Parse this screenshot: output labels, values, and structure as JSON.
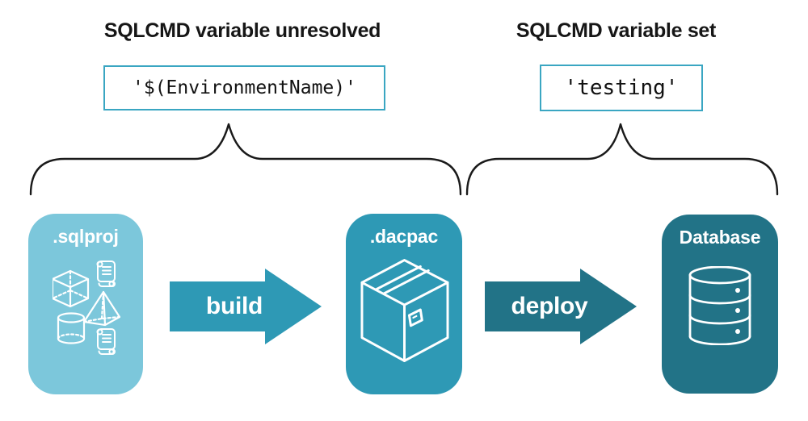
{
  "annotations": {
    "unresolved": {
      "heading": "SQLCMD variable unresolved",
      "code": "'$(EnvironmentName)'"
    },
    "set": {
      "heading": "SQLCMD variable set",
      "code": "'testing'"
    }
  },
  "pipeline": {
    "nodes": [
      {
        "id": "sqlproj",
        "label": ".sqlproj",
        "color": "#7cc7db",
        "icon": "sql-objects-icon"
      },
      {
        "id": "dacpac",
        "label": ".dacpac",
        "color": "#2e99b5",
        "icon": "package-icon"
      },
      {
        "id": "database",
        "label": "Database",
        "color": "#227387",
        "icon": "database-icon"
      }
    ],
    "arrows": [
      {
        "label": "build",
        "color": "#2e99b5"
      },
      {
        "label": "deploy",
        "color": "#227387"
      }
    ]
  },
  "colors": {
    "background": "#ffffff",
    "code_box_border": "#3aa6c2",
    "brace_stroke": "#1a1a1a",
    "heading_text": "#161616",
    "icon_stroke": "#ffffff"
  }
}
